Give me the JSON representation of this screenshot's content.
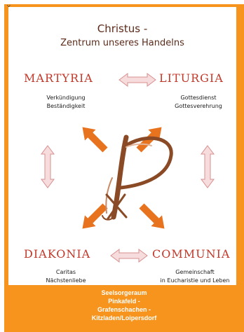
{
  "corner_mark": "Y",
  "title": {
    "line1": "Christus  -",
    "line2": "Zentrum unseres Handelns"
  },
  "quadrants": {
    "martyria": {
      "name": "MARTYRIA",
      "line1": "Verkündigung",
      "line2": "Beständigkeit"
    },
    "liturgia": {
      "name": "LITURGIA",
      "line1": "Gottesdienst",
      "line2": "Gottesverehrung"
    },
    "diakonia": {
      "name": "DIAKONIA",
      "line1": "Caritas",
      "line2": "Nächstenliebe"
    },
    "communia": {
      "name": "COMMUNIA",
      "line1": "Gemeinschaft",
      "line2": "in Eucharistie und Leben"
    }
  },
  "footer": {
    "line1": "Seelsorgeraum",
    "line2": "Pinkafeld -",
    "line3": "Grafenschachen -",
    "line4": "Kitzladen/Loipersdorf"
  },
  "colors": {
    "frame": "#f7941d",
    "title_text": "#5b2a19",
    "quadrant_name": "#c0392b",
    "double_arrow_fill": "#f6dcdc",
    "double_arrow_stroke": "#d88f8f",
    "diagonal_arrow": "#e8731f",
    "chi_rho": "#8a4a25"
  },
  "icons": {
    "center": "chi-rho-symbol"
  }
}
